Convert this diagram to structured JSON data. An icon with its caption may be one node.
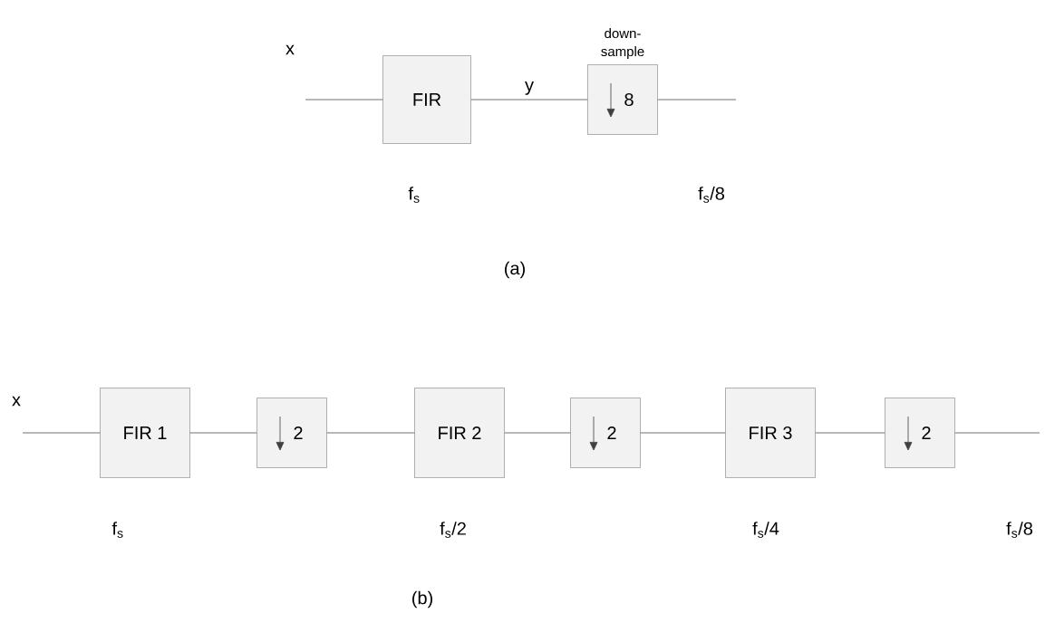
{
  "diagram": {
    "nodes": [
      {
        "text": [
          "FIR"
        ]
      },
      {
        "text": [
          "down- sample",
          "8"
        ]
      },
      {
        "text": [
          "FIR 1"
        ]
      },
      {
        "text": [
          "2"
        ]
      },
      {
        "text": [
          "FIR 2"
        ]
      },
      {
        "text": [
          "2"
        ]
      },
      {
        "text": [
          "FIR 3"
        ]
      },
      {
        "text": [
          "2"
        ]
      }
    ],
    "edges": [
      {
        "from": null,
        "to": 0,
        "arrow": "none"
      },
      {
        "from": 0,
        "to": 1,
        "arrow": "none",
        "label": "y"
      },
      {
        "from": 1,
        "to": null,
        "arrow": "none"
      },
      {
        "from": null,
        "to": 2,
        "arrow": "none"
      },
      {
        "from": 2,
        "to": 3,
        "arrow": "none"
      },
      {
        "from": 3,
        "to": 4,
        "arrow": "none"
      },
      {
        "from": 4,
        "to": 5,
        "arrow": "none"
      },
      {
        "from": 5,
        "to": 6,
        "arrow": "none"
      },
      {
        "from": 6,
        "to": 7,
        "arrow": "none"
      },
      {
        "from": 7,
        "to": null,
        "arrow": "none"
      }
    ],
    "labels": [
      "x",
      "f$_{s}$",
      "f$_{s}$/8",
      "(a)",
      "x",
      "f$_{s}$",
      "f$_{s}$/2",
      "f$_{s}$/4",
      "f$_{s}$/8",
      "(b)"
    ]
  }
}
